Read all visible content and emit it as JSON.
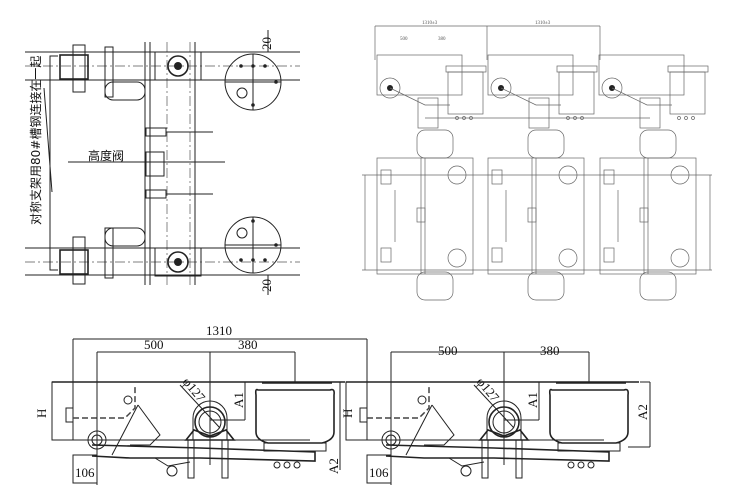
{
  "plan_view": {
    "note_vertical": "对称支架用80#槽钢连接在一起",
    "valve_label": "高度阀",
    "dim_top": "20",
    "dim_bottom": "20"
  },
  "overview": {
    "dim_span_1": "1310±3",
    "dim_span_2": "1310±3",
    "dim_500": "500",
    "dim_380": "380"
  },
  "side_view_left": {
    "dim_total": "1310",
    "dim_500": "500",
    "dim_380": "380",
    "dia_axle": "φ127",
    "label_h": "H",
    "label_a1": "A1",
    "label_a2": "A2",
    "dim_106": "106"
  },
  "side_view_right": {
    "dim_500": "500",
    "dim_380": "380",
    "dia_axle": "φ127",
    "label_h": "H",
    "label_a1": "A1",
    "label_a2": "A2",
    "dim_106": "106"
  }
}
